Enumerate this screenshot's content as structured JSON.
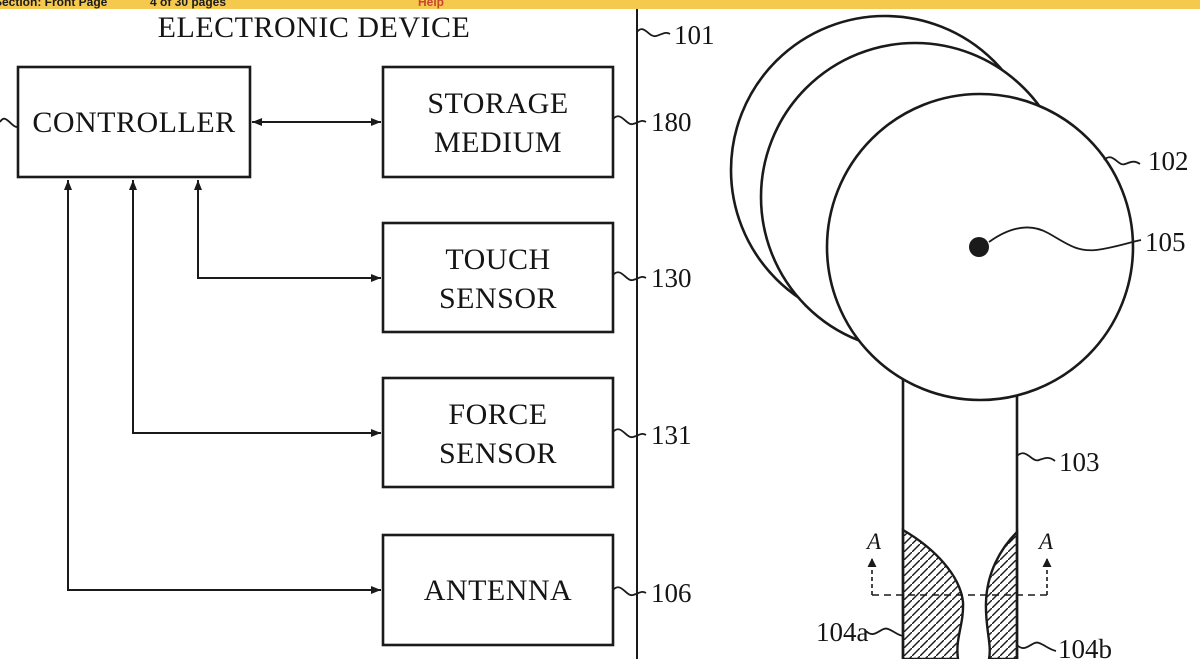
{
  "viewer_bar": {
    "section_label": "Section: Front Page",
    "page_label": "4 of 30 pages",
    "help_label": "Help",
    "bar_color": "#F5C84E",
    "help_color": "#CC4433"
  },
  "figure": {
    "title": "ELECTRONIC DEVICE",
    "blocks": {
      "controller": {
        "label": "CONTROLLER"
      },
      "storage": {
        "line1": "STORAGE",
        "line2": "MEDIUM",
        "ref": "180"
      },
      "touch": {
        "line1": "TOUCH",
        "line2": "SENSOR",
        "ref": "130"
      },
      "force": {
        "line1": "FORCE",
        "line2": "SENSOR",
        "ref": "131"
      },
      "antenna": {
        "label": "ANTENNA",
        "ref": "106"
      }
    },
    "refs": {
      "device": "101",
      "body": "102",
      "stem": "103",
      "section_left": "104a",
      "section_right": "104b",
      "port": "105"
    },
    "section_marker": "A"
  }
}
